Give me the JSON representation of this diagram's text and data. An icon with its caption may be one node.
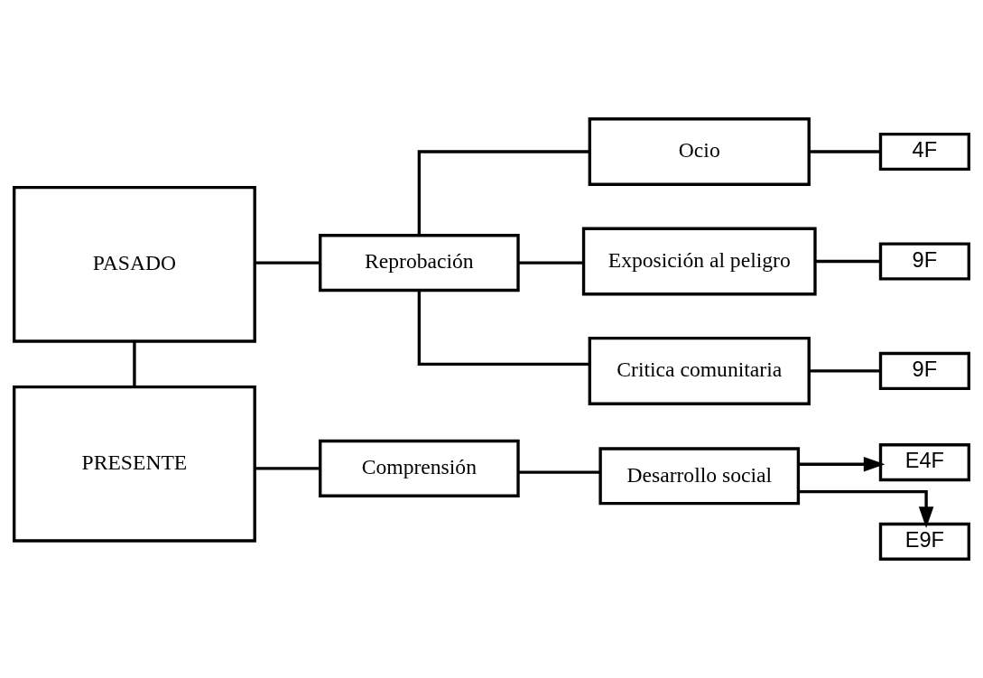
{
  "diagram": {
    "nodes": [
      {
        "text": [
          "PASADO"
        ]
      },
      {
        "text": [
          "Reprobación"
        ]
      },
      {
        "text": [
          "Ocio"
        ]
      },
      {
        "text": [
          "Exposición al peligro"
        ]
      },
      {
        "text": [
          "Critica comunitaria"
        ]
      },
      {
        "text": [
          "4F"
        ]
      },
      {
        "text": [
          "9F"
        ]
      },
      {
        "text": [
          "9F"
        ]
      },
      {
        "text": [
          "PRESENTE"
        ]
      },
      {
        "text": [
          "Comprensión"
        ]
      },
      {
        "text": [
          "Desarrollo social"
        ]
      },
      {
        "text": [
          "E4F"
        ]
      },
      {
        "text": [
          "E9F"
        ]
      }
    ],
    "edges": [
      {
        "from": 0,
        "to": 8,
        "arrow": "none"
      },
      {
        "from": 0,
        "to": 1,
        "arrow": "none"
      },
      {
        "from": 1,
        "to": 2,
        "arrow": "none"
      },
      {
        "from": 1,
        "to": 3,
        "arrow": "none"
      },
      {
        "from": 1,
        "to": 4,
        "arrow": "none"
      },
      {
        "from": 2,
        "to": 5,
        "arrow": "none"
      },
      {
        "from": 3,
        "to": 6,
        "arrow": "none"
      },
      {
        "from": 4,
        "to": 7,
        "arrow": "none"
      },
      {
        "from": 8,
        "to": 9,
        "arrow": "none"
      },
      {
        "from": 9,
        "to": 10,
        "arrow": "none"
      },
      {
        "from": 10,
        "to": 11,
        "arrow": "to"
      },
      {
        "from": 10,
        "to": 12,
        "arrow": "to"
      }
    ]
  }
}
